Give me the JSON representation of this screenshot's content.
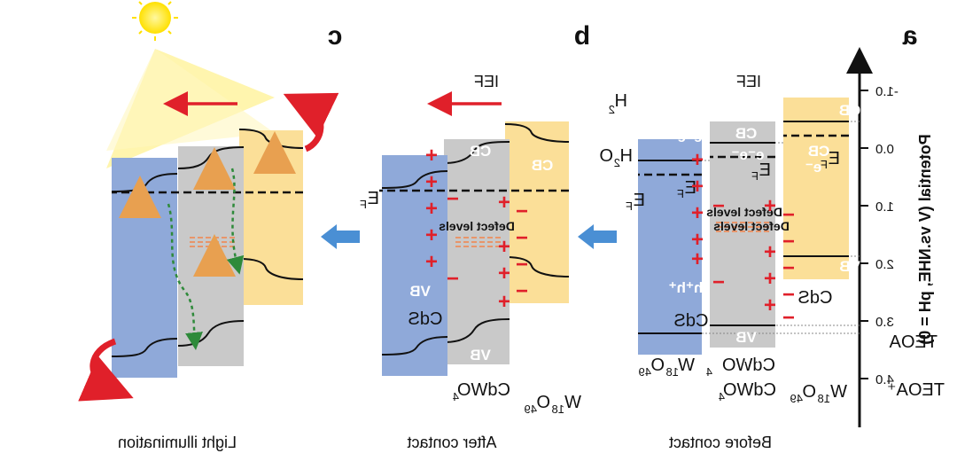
{
  "panels": {
    "a": {
      "letter": "a",
      "caption": "Before contact"
    },
    "b": {
      "letter": "b",
      "caption": "After contact"
    },
    "c": {
      "letter": "c",
      "caption": "Light illumination"
    }
  },
  "axis": {
    "label": "Potential (V vs.NHE, pH = 0)",
    "ticks": [
      "-1.0",
      "0.0",
      "1.0",
      "2.0",
      "3.0",
      "4.0"
    ]
  },
  "materials": {
    "w18o49": {
      "main": "W",
      "sub1": "18",
      "mid": "O",
      "sub2": "49"
    },
    "cdwo4": {
      "main": "CdWO",
      "sub": "4"
    },
    "cds": {
      "main": "CdS"
    }
  },
  "labels": {
    "cb": "CB",
    "vb": "VB",
    "ef": "E",
    "ef_sub": "F",
    "defect_levels": "Defect levels",
    "ief": "IEF",
    "electrons": "e⁻e⁻",
    "electron_single": "e⁻",
    "holes": "h⁺h⁺",
    "plus": "+",
    "minus": "−",
    "h2": "H",
    "h2_sub": "2",
    "h2o": "H",
    "h2o_sub": "2",
    "h2o_o": "O",
    "teoa": "TEOA",
    "teoa_plus": "TEOA⁺"
  },
  "colors": {
    "w18o49": "#8fa9d9",
    "cdwo4": "#c9c9c9",
    "cds": "#fbdf98",
    "arrow_blue": "#4a8fd4",
    "ief_red": "#e0202a",
    "defect_orange": "#e8956a",
    "green": "#2e9a3a",
    "sun": "#ffe000"
  }
}
